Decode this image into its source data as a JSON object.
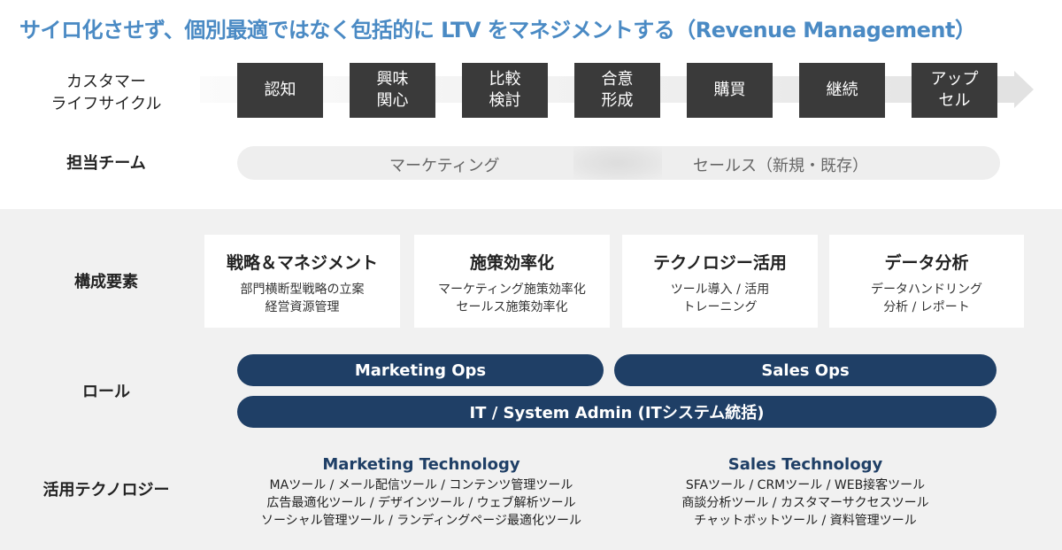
{
  "title": "サイロ化させず、個別最適ではなく包括的に LTV をマネジメントする（Revenue Management）",
  "labels": {
    "lifecycle_line1": "カスタマー",
    "lifecycle_line2": "ライフサイクル",
    "team": "担当チーム",
    "components": "構成要素",
    "role": "ロール",
    "technology": "活用テクノロジー"
  },
  "stages": [
    "認知",
    "興味\n関心",
    "比較\n検討",
    "合意\n形成",
    "購買",
    "継続",
    "アップ\nセル"
  ],
  "teams": {
    "marketing": "マーケティング",
    "sales": "セールス（新規・既存）"
  },
  "components": [
    {
      "title": "戦略＆マネジメント",
      "lines": [
        "部門横断型戦略の立案",
        "経営資源管理"
      ]
    },
    {
      "title": "施策効率化",
      "lines": [
        "マーケティング施策効率化",
        "セールス施策効率化"
      ]
    },
    {
      "title": "テクノロジー活用",
      "lines": [
        "ツール導入 / 活用",
        "トレーニング"
      ]
    },
    {
      "title": "データ分析",
      "lines": [
        "データハンドリング",
        "分析 / レポート"
      ]
    }
  ],
  "roles": {
    "marketing_ops": "Marketing Ops",
    "sales_ops": "Sales Ops",
    "it_admin": "IT / System Admin (ITシステム統括)"
  },
  "technology": {
    "marketing": {
      "heading": "Marketing Technology",
      "lines": [
        "MAツール / メール配信ツール / コンテンツ管理ツール",
        "広告最適化ツール / デザインツール / ウェブ解析ツール",
        "ソーシャル管理ツール / ランディングページ最適化ツール"
      ]
    },
    "sales": {
      "heading": "Sales Technology",
      "lines": [
        "SFAツール / CRMツール / WEB接客ツール",
        "商談分析ツール / カスタマーサクセスツール",
        "チャットボットツール / 資料管理ツール"
      ]
    }
  },
  "colors": {
    "title": "#4a8ac4",
    "stage_box": "#3a3a3a",
    "role_pill": "#1f3f66",
    "tech_heading": "#1f3f66",
    "lower_background": "#f1f1f1"
  }
}
